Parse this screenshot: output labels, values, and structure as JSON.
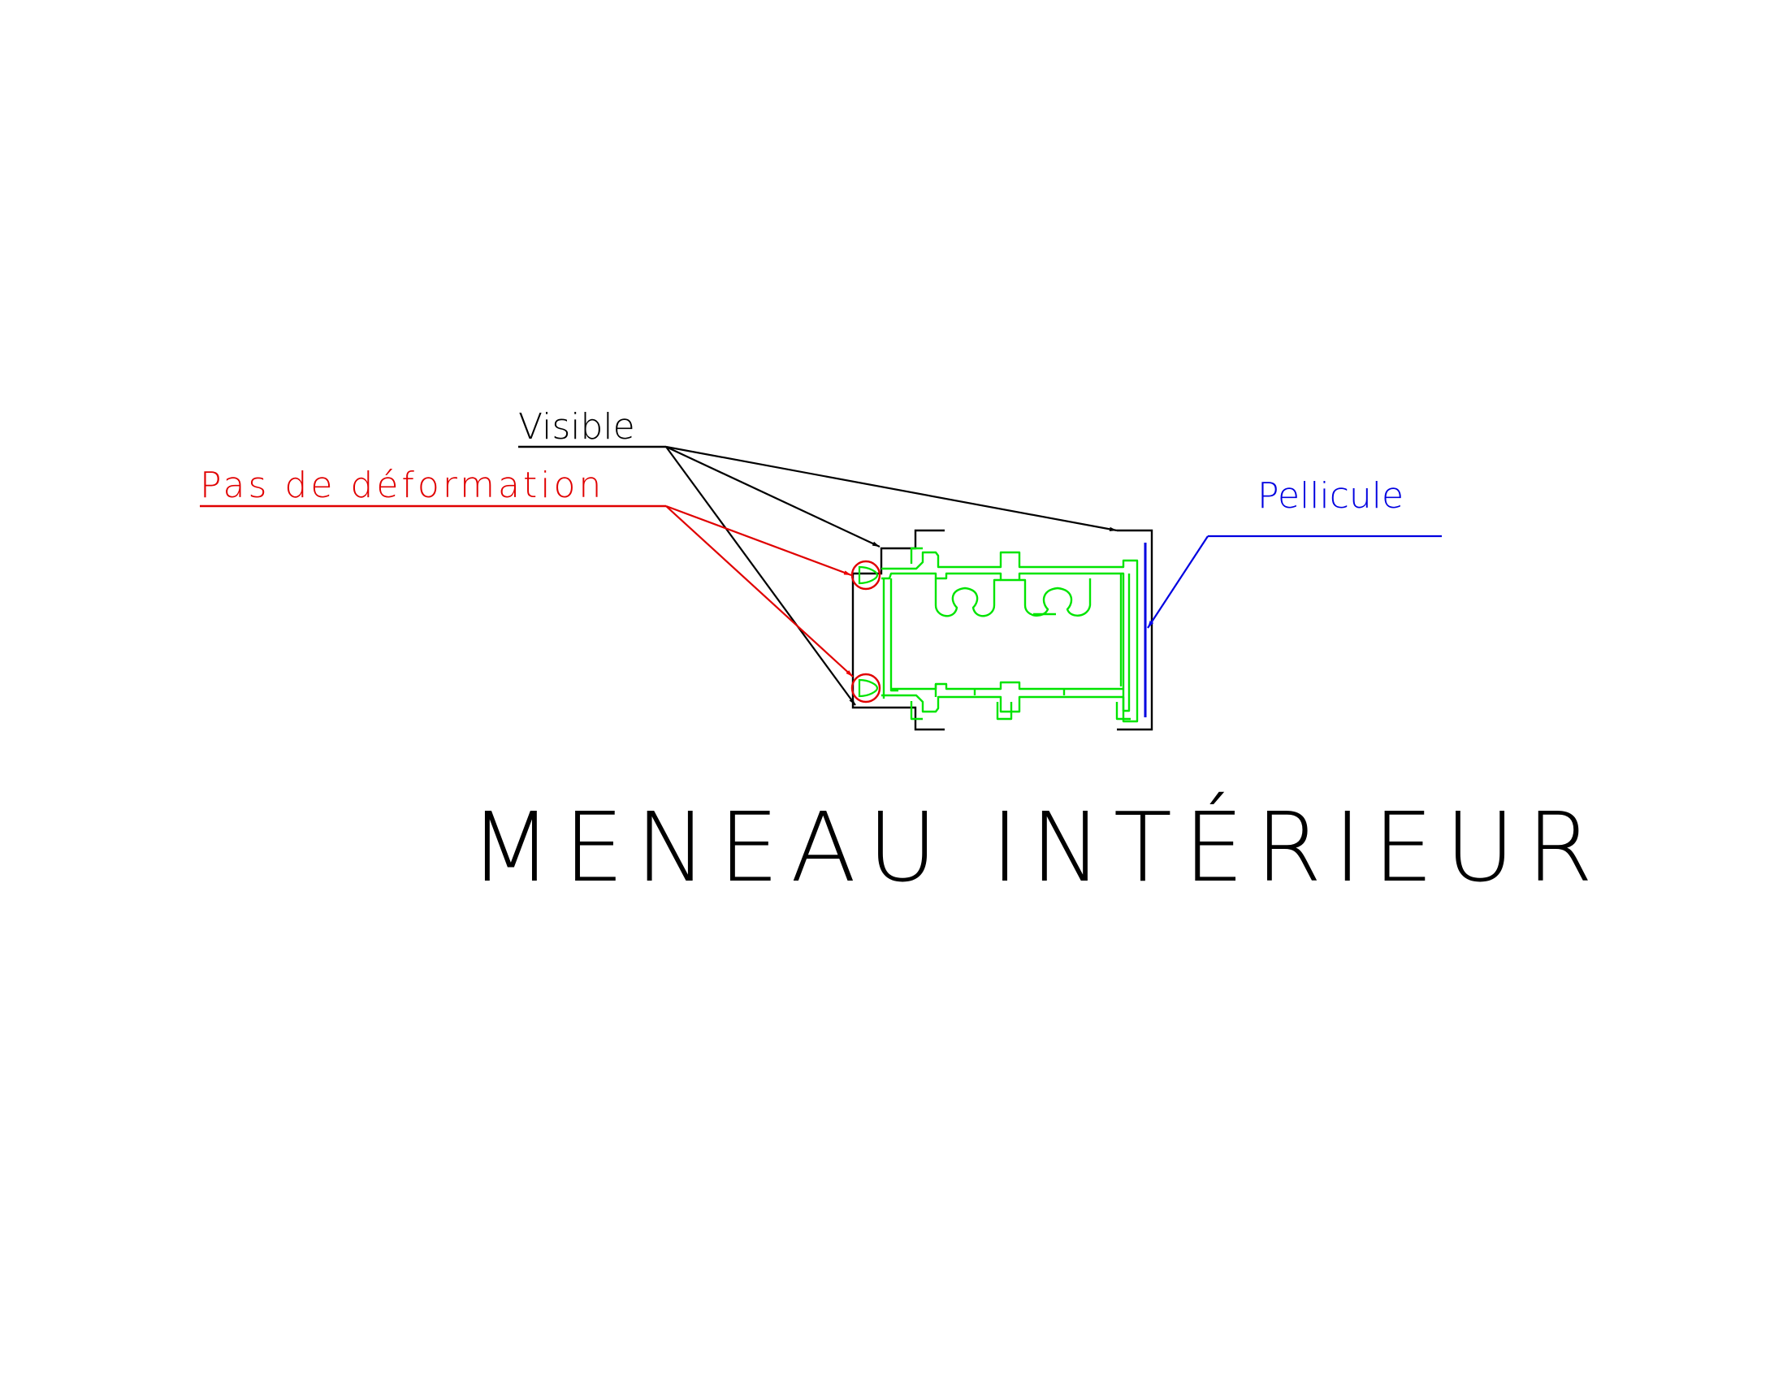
{
  "drawing": {
    "labels": {
      "visible": "Visible",
      "pas_de_deformation": "Pas de déformation",
      "pellicule": "Pellicule"
    },
    "title": "MENEAU INTÉRIEUR"
  },
  "colors": {
    "background": "#ffffff",
    "outline": "#000000",
    "profile": "#00ee00",
    "deformation": "#ee0000",
    "film": "#0000ee"
  }
}
